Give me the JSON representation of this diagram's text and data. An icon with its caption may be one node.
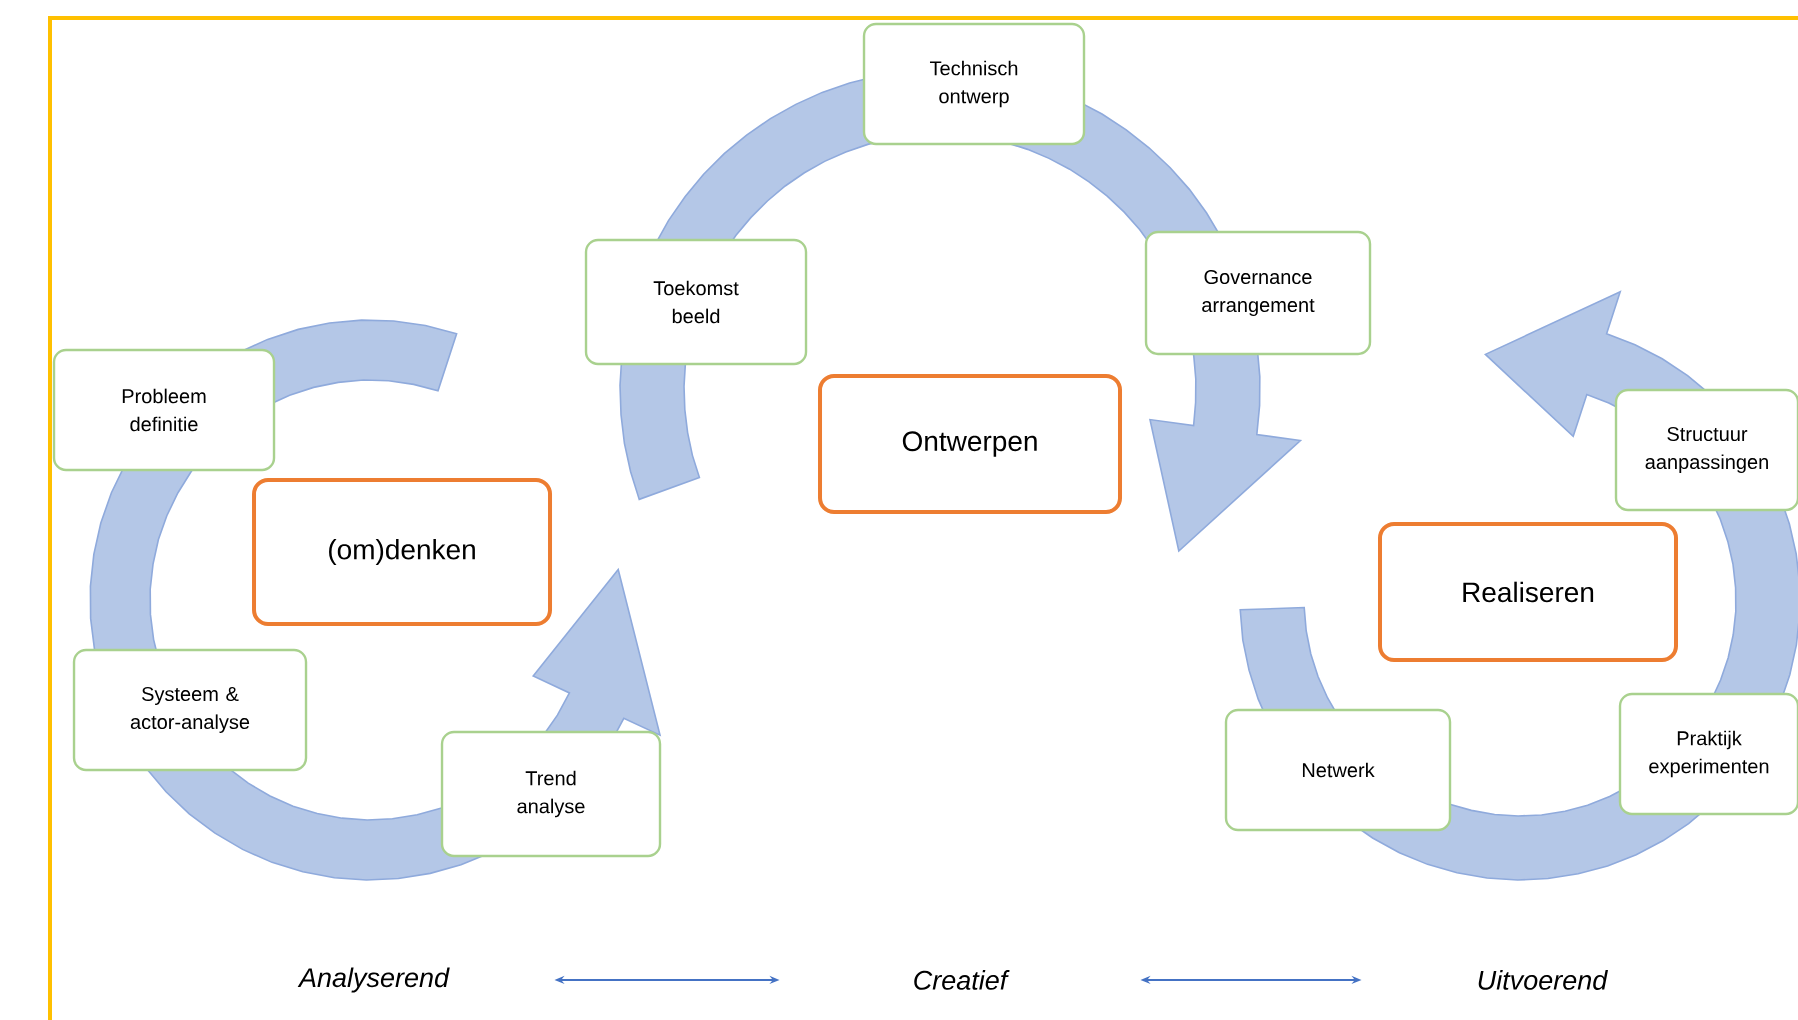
{
  "diagram": {
    "nodes": [
      {
        "text": [
          "Technisch ontwerp"
        ]
      },
      {
        "text": [
          "Toekomst beeld"
        ]
      },
      {
        "text": [
          "Governance arrangement"
        ]
      },
      {
        "text": [
          "Ontwerpen"
        ]
      },
      {
        "text": [
          "Probleem definitie"
        ]
      },
      {
        "text": [
          "(om)denken"
        ]
      },
      {
        "text": [
          "Systeem & actor-analyse"
        ]
      },
      {
        "text": [
          "Trend analyse"
        ]
      },
      {
        "text": [
          "Structuur aanpassingen"
        ]
      },
      {
        "text": [
          "Realiseren"
        ]
      },
      {
        "text": [
          "Netwerk"
        ]
      },
      {
        "text": [
          "Praktijk experimenten"
        ]
      },
      {
        "text": [
          "Analyserend"
        ]
      },
      {
        "text": [
          "Creatief"
        ]
      },
      {
        "text": [
          "Uitvoerend"
        ]
      }
    ],
    "edges": [
      {
        "from": 12,
        "to": 13,
        "arrow": "both"
      },
      {
        "from": 13,
        "to": 14,
        "arrow": "both"
      }
    ]
  }
}
